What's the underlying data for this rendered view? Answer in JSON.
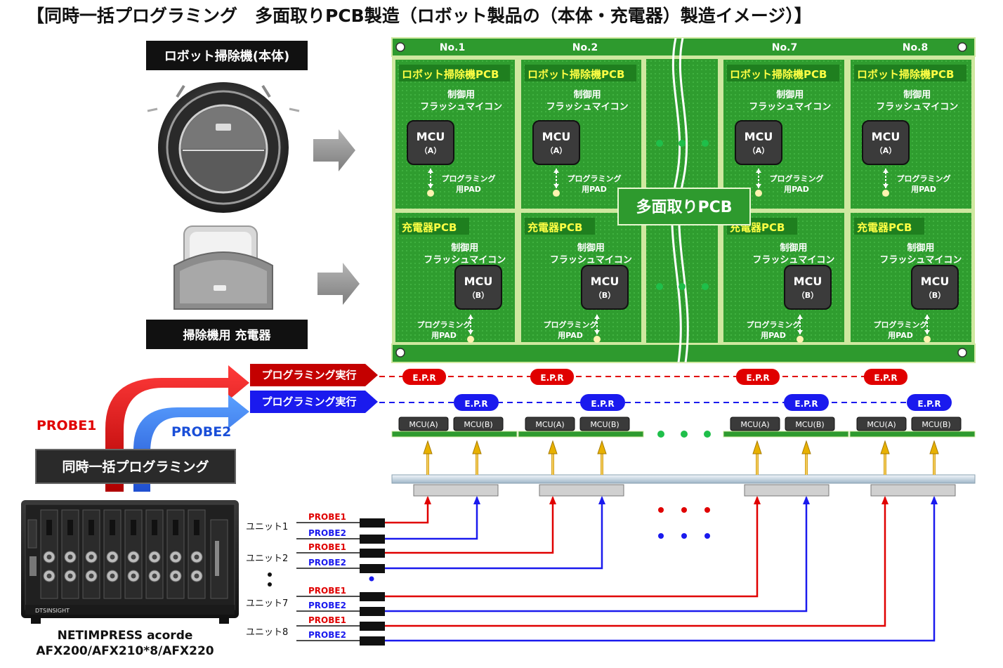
{
  "title": "【同時一括プログラミング　多面取りPCB製造（ロボット製品の（本体・充電器）製造イメージ）】",
  "products": {
    "robot_label": "ロボット掃除機(本体)",
    "charger_label": "掃除機用 充電器"
  },
  "panel": {
    "column_numbers": [
      "No.1",
      "No.2",
      "No.7",
      "No.8"
    ],
    "overlay_label": "多面取りPCB",
    "top_row": {
      "board_title": "ロボット掃除機PCB",
      "desc_line1": "制御用",
      "desc_line2": "フラッシュマイコン",
      "mcu_label": "MCU",
      "mcu_sub": "（A）",
      "pad_line1": "プログラミング",
      "pad_line2": "用PAD"
    },
    "bottom_row": {
      "board_title": "充電器PCB",
      "desc_line1": "制御用",
      "desc_line2": "フラッシュマイコン",
      "mcu_label": "MCU",
      "mcu_sub": "（B）",
      "pad_line1": "プログラミング",
      "pad_line2": "用PAD"
    }
  },
  "execution": {
    "probe1_exec_label": "プログラミング実行",
    "probe2_exec_label": "プログラミング実行",
    "epr_label": "E.P.R",
    "chip_a_label": "MCU(A)",
    "chip_b_label": "MCU(B)"
  },
  "probes": {
    "probe1_label": "PROBE1",
    "probe2_label": "PROBE2",
    "simultaneous_label": "同時一括プログラミング"
  },
  "units": [
    {
      "name": "ユニット1",
      "probe1": "PROBE1",
      "probe2": "PROBE2"
    },
    {
      "name": "ユニット2",
      "probe1": "PROBE1",
      "probe2": "PROBE2"
    },
    {
      "name": "ユニット7",
      "probe1": "PROBE1",
      "probe2": "PROBE2"
    },
    {
      "name": "ユニット8",
      "probe1": "PROBE1",
      "probe2": "PROBE2"
    }
  ],
  "device": {
    "brand": "DTSINSIGHT",
    "model_line1": "NETIMPRESS acorde",
    "model_line2": "AFX200/AFX210*8/AFX220"
  },
  "colors": {
    "pcb_green": "#2e9a2e",
    "pcb_border": "#cfe8a0",
    "probe1_red": "#e00000",
    "probe2_blue": "#0000dd",
    "label_yellow": "#ffff44"
  }
}
